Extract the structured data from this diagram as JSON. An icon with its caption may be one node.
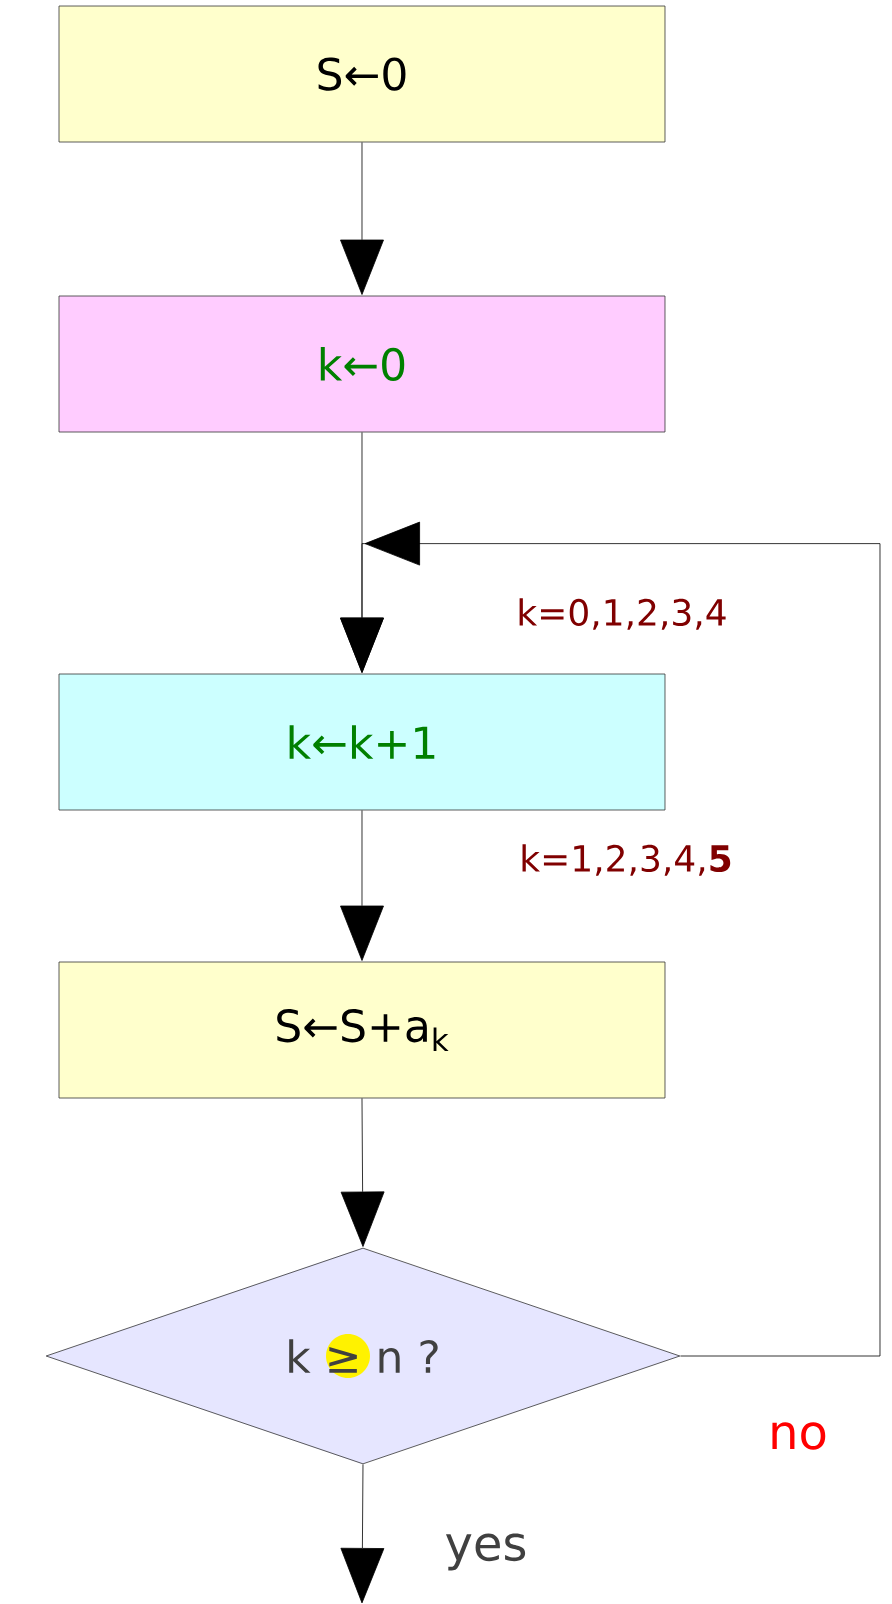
{
  "diagram": {
    "nodes": [
      {
        "text": [
          "S←0"
        ]
      },
      {
        "text": [
          "k←0"
        ]
      },
      {
        "text": [
          "k←k+1"
        ]
      },
      {
        "text": [
          "S←S+a$_{k}$"
        ]
      },
      {
        "text": [
          "k ≥ n  ?"
        ]
      }
    ],
    "edges": [
      {
        "from": 0,
        "to": 1,
        "arrow": "to"
      },
      {
        "from": 1,
        "to": 2,
        "arrow": "to"
      },
      {
        "from": 2,
        "to": 3,
        "arrow": "to"
      },
      {
        "from": 3,
        "to": 4,
        "arrow": "to"
      },
      {
        "from": 4,
        "to": 2,
        "arrow": "to",
        "label": "no"
      },
      {
        "from": 4,
        "to": null,
        "arrow": "to",
        "label": "yes"
      }
    ],
    "labels": [
      "k=0,1,2,3,4",
      "k=1,2,3,4,**5**"
    ]
  }
}
